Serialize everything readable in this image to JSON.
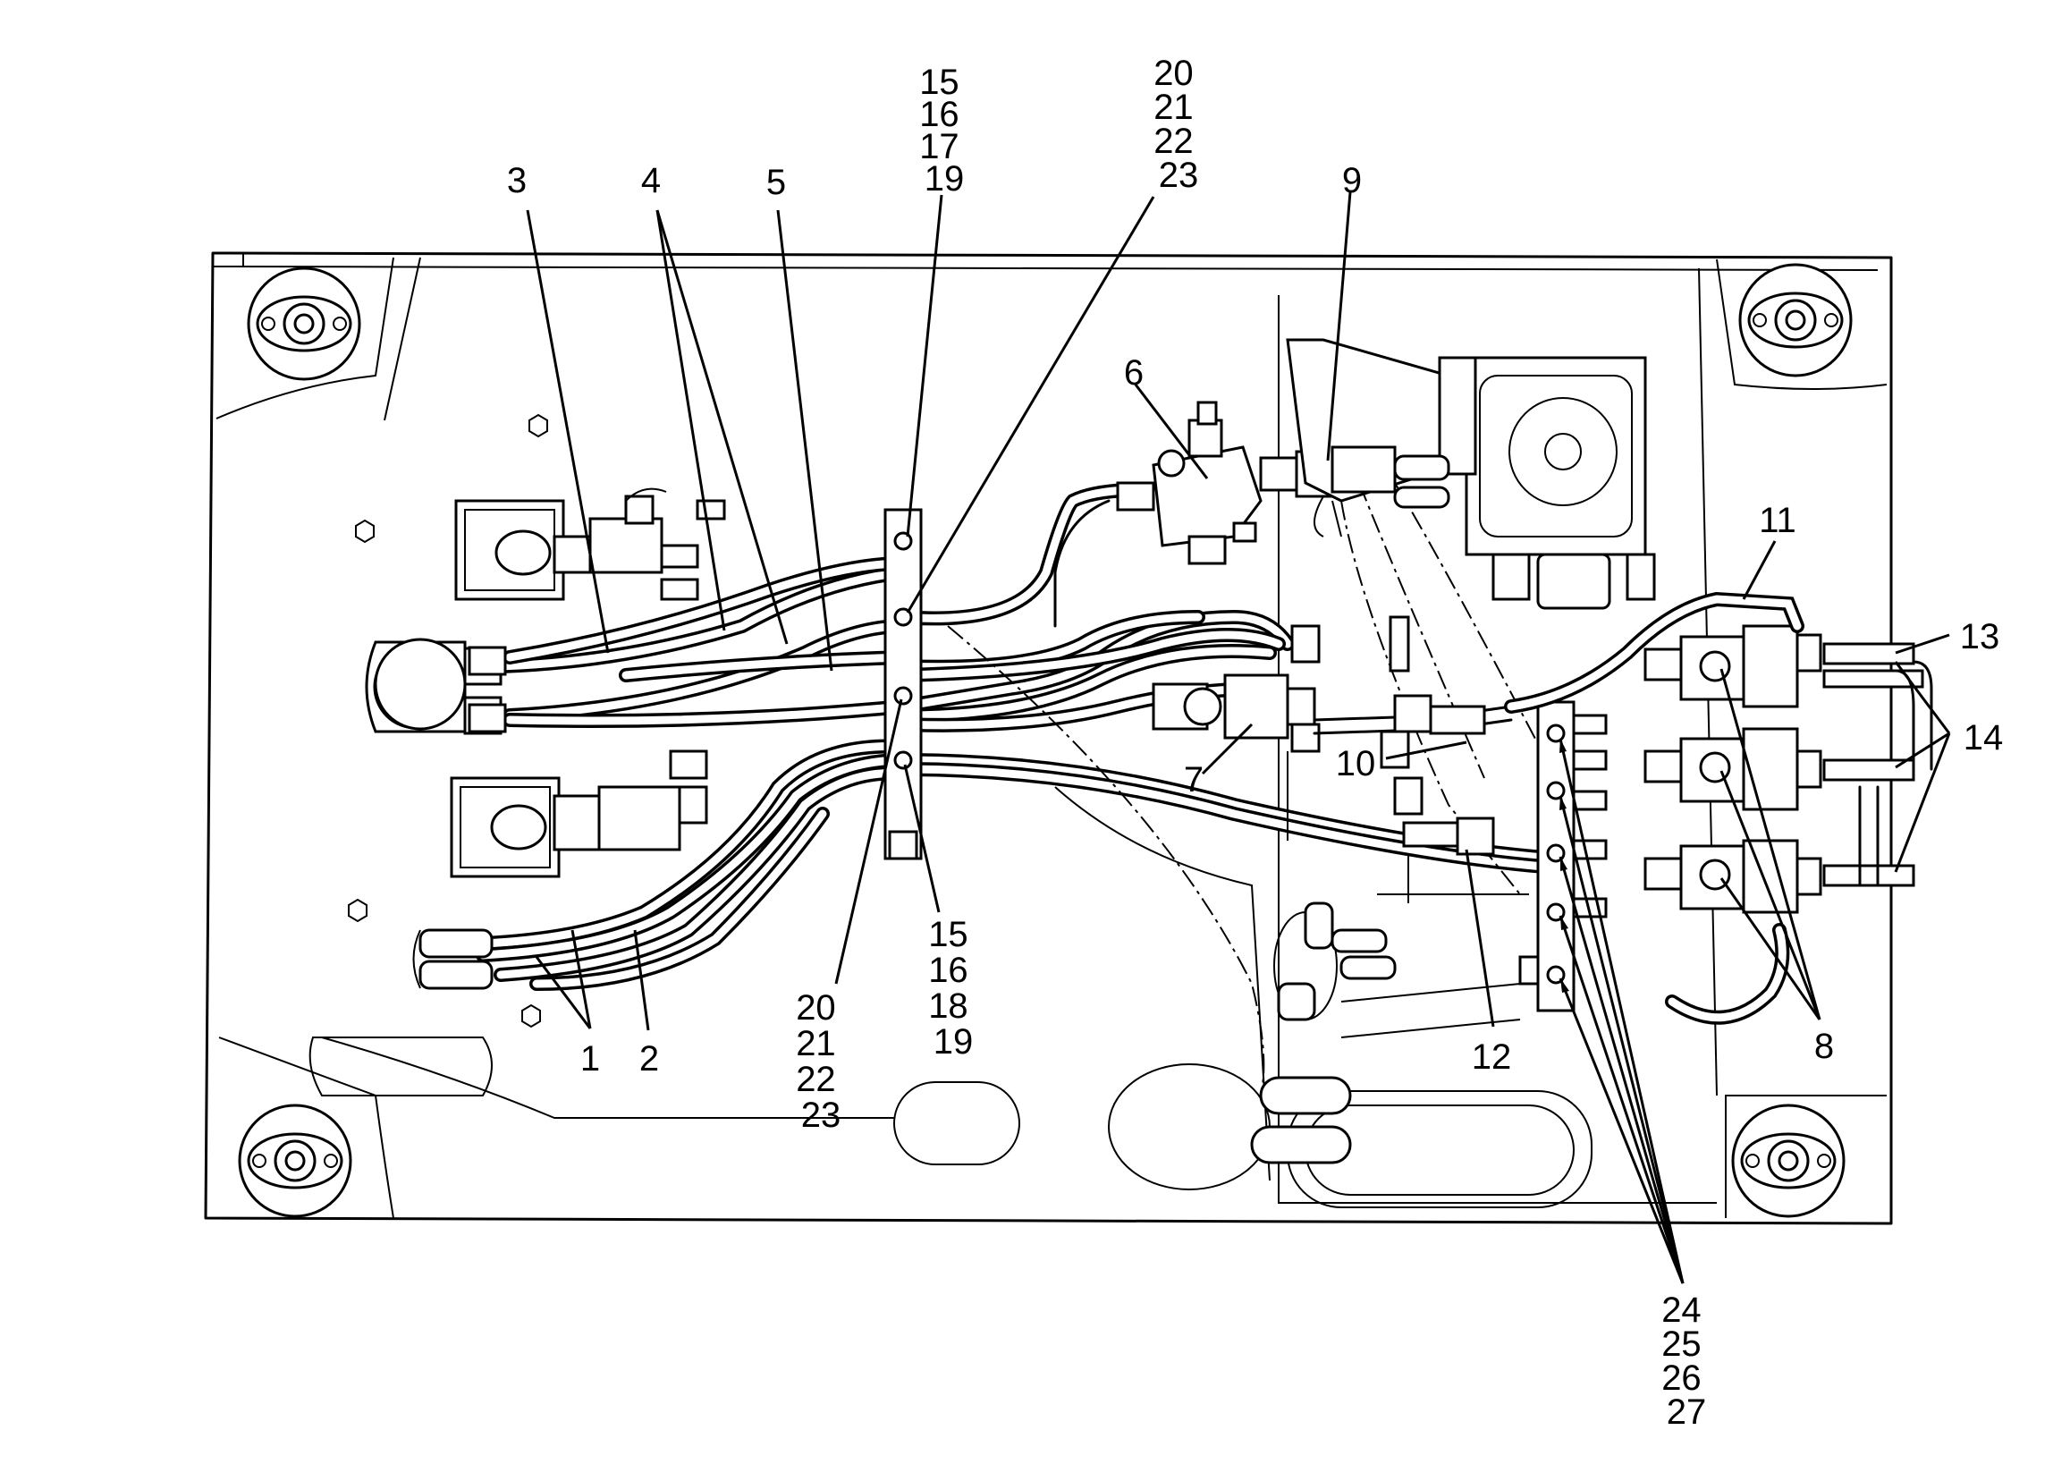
{
  "diagram": {
    "callouts": [
      {
        "id": "c1",
        "lines": [
          "1"
        ]
      },
      {
        "id": "c2",
        "lines": [
          "2"
        ]
      },
      {
        "id": "c3",
        "lines": [
          "3"
        ]
      },
      {
        "id": "c4",
        "lines": [
          "4"
        ]
      },
      {
        "id": "c5",
        "lines": [
          "5"
        ]
      },
      {
        "id": "c6",
        "lines": [
          "6"
        ]
      },
      {
        "id": "c7",
        "lines": [
          "7"
        ]
      },
      {
        "id": "c8",
        "lines": [
          "8"
        ]
      },
      {
        "id": "c9",
        "lines": [
          "9"
        ]
      },
      {
        "id": "c10",
        "lines": [
          "10"
        ]
      },
      {
        "id": "c11",
        "lines": [
          "11"
        ]
      },
      {
        "id": "c12",
        "lines": [
          "12"
        ]
      },
      {
        "id": "c13",
        "lines": [
          "13"
        ]
      },
      {
        "id": "c14",
        "lines": [
          "14"
        ]
      },
      {
        "id": "c15a",
        "lines": [
          "15",
          "16",
          "17",
          "19"
        ]
      },
      {
        "id": "c20a",
        "lines": [
          "20",
          "21",
          "22",
          "23"
        ]
      },
      {
        "id": "c15b",
        "lines": [
          "15",
          "16",
          "18",
          "19"
        ]
      },
      {
        "id": "c20b",
        "lines": [
          "20",
          "21",
          "22",
          "23"
        ]
      },
      {
        "id": "c24",
        "lines": [
          "24",
          "25",
          "26",
          "27"
        ]
      }
    ]
  }
}
